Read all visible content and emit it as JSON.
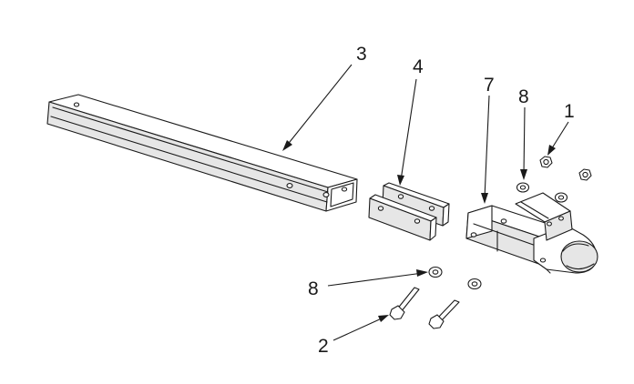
{
  "callouts": {
    "c1": "1",
    "c2": "2",
    "c3": "3",
    "c4": "4",
    "c7": "7",
    "c8a": "8",
    "c8b": "8"
  }
}
